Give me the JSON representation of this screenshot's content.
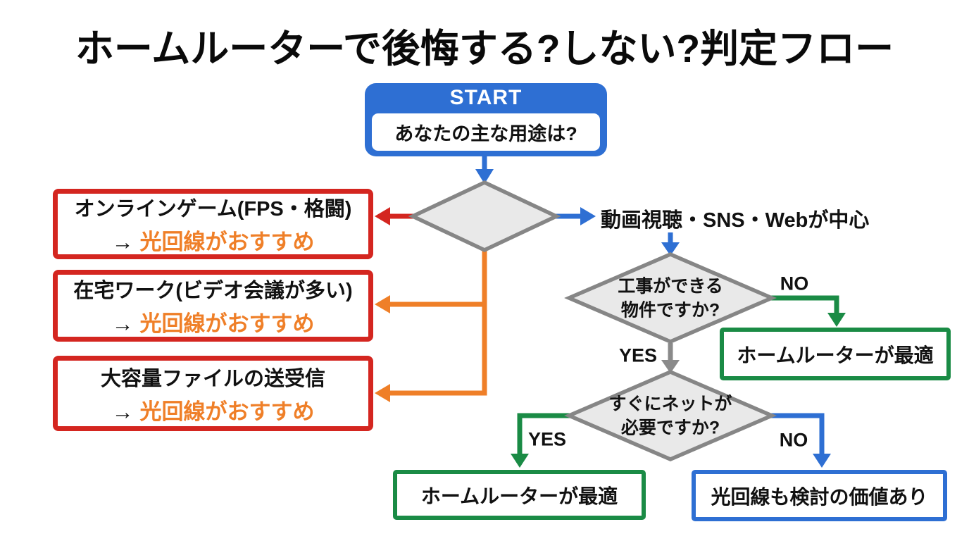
{
  "title": "ホームルーターで後悔する?しない?判定フロー",
  "colors": {
    "blue": "#2e6fd3",
    "red": "#d42620",
    "orange": "#ef7f28",
    "green": "#1a8b45",
    "gray_line": "#8a8a8a",
    "diamond_fill": "#e9e9e9",
    "diamond_border": "#868686",
    "text": "#111111"
  },
  "start": {
    "label": "START",
    "question": "あなたの主な用途は?"
  },
  "decisions": {
    "usage": {
      "label": ""
    },
    "construction": {
      "label": "工事ができる\n物件ですか?",
      "yes": "YES",
      "no": "NO"
    },
    "immediate": {
      "label": "すぐにネットが\n必要ですか?",
      "yes": "YES",
      "no": "NO"
    }
  },
  "outcomes": {
    "game": {
      "line1": "オンラインゲーム(FPS・格闘)",
      "arrow": "→",
      "line2": "光回線がおすすめ"
    },
    "work": {
      "line1": "在宅ワーク(ビデオ会議が多い)",
      "arrow": "→",
      "line2": "光回線がおすすめ"
    },
    "file": {
      "line1": "大容量ファイルの送受信",
      "arrow": "→",
      "line2": "光回線がおすすめ"
    },
    "video_branch": "動画視聴・SNS・Webが中心",
    "router_best_right": "ホームルーターが最適",
    "router_best_left": "ホームルーターが最適",
    "fiber_worth": "光回線も検討の価値あり"
  }
}
